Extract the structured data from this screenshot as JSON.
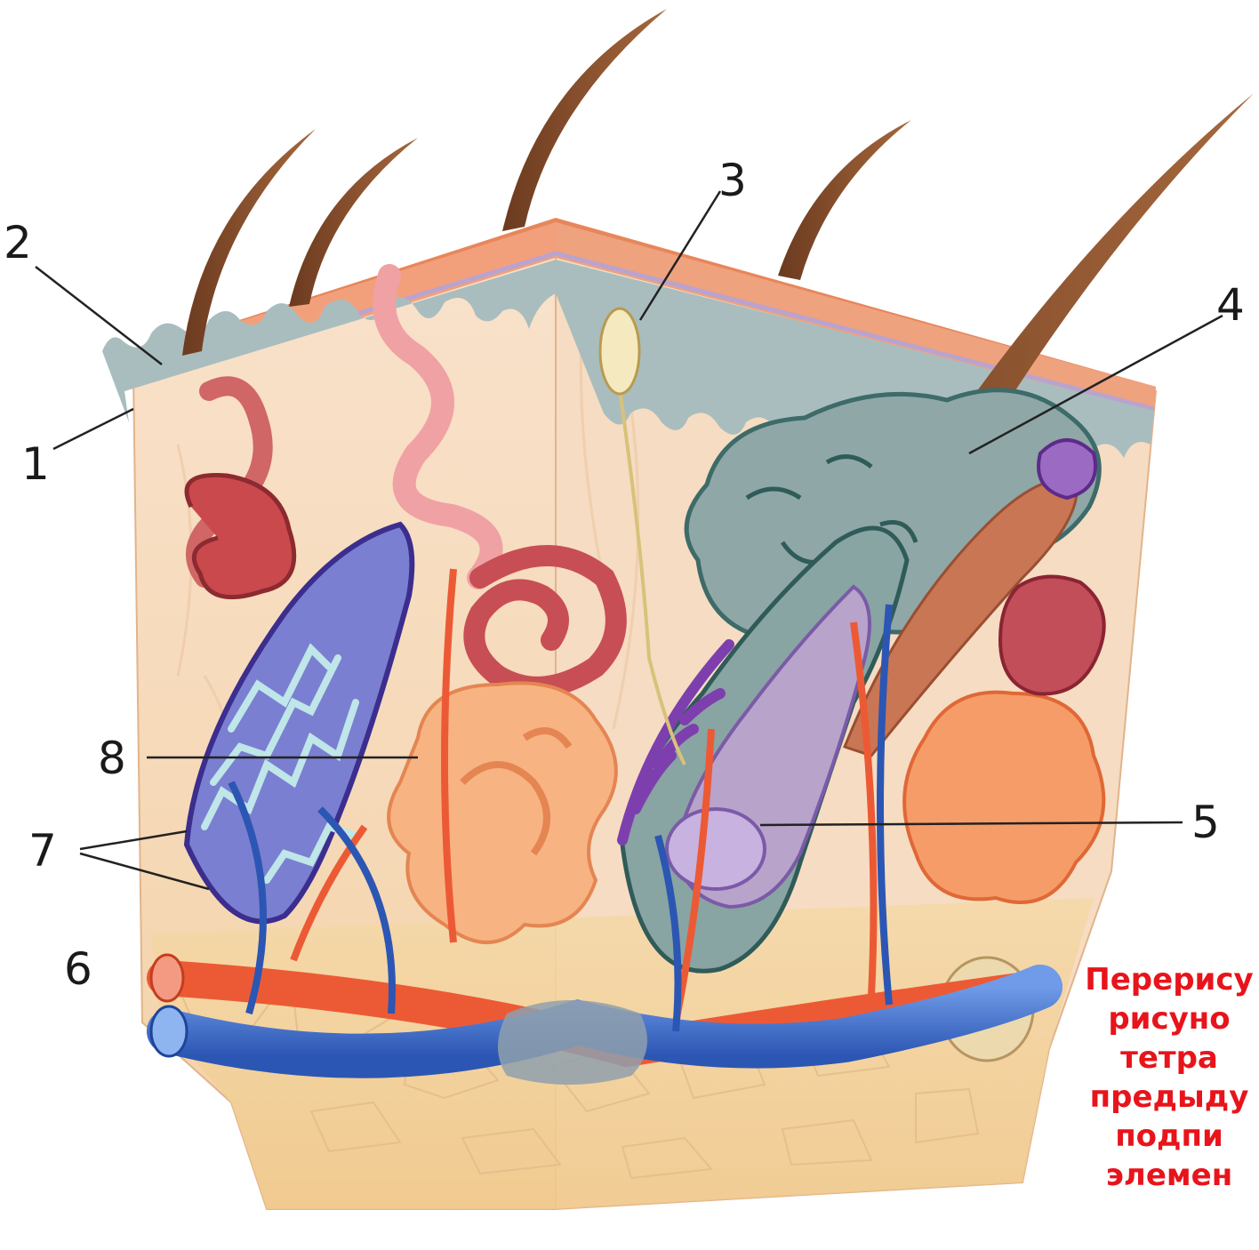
{
  "labels": {
    "l1": "1",
    "l2": "2",
    "l3": "3",
    "l4": "4",
    "l5": "5",
    "l6": "6",
    "l7": "7",
    "l8": "8"
  },
  "note": {
    "line1": "Перерису",
    "line2": "рисуно",
    "line3": "тетра",
    "line4": "предыду",
    "line5": "подпи",
    "line6": "элемен"
  },
  "colors": {
    "epidermis": "#e6845a",
    "basal_layer": "#9fb3b4",
    "dermis": "#f7dcc0",
    "artery": "#ec5a35",
    "vein": "#3e6fd0",
    "sebaceous_gland": "#6e9594",
    "sweat_gland": "#c64a4a",
    "note_text": "#e8141b"
  }
}
